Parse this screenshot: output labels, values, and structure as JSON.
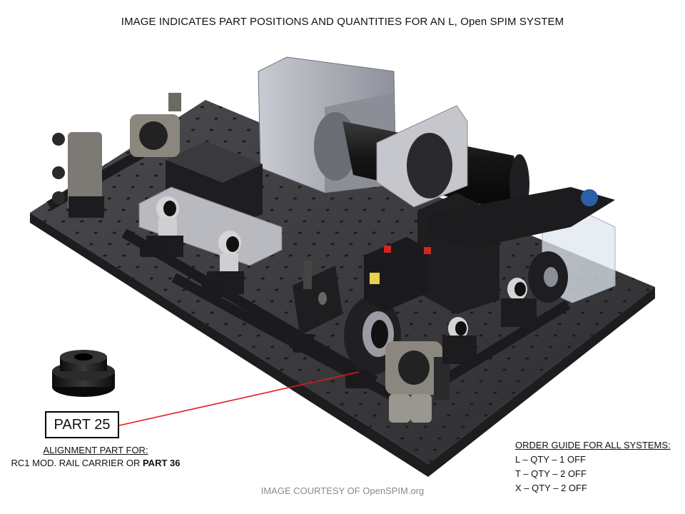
{
  "title": "IMAGE INDICATES PART POSITIONS AND QUANTITIES FOR AN L, Open SPIM SYSTEM",
  "part_label": "PART 25",
  "alignment": {
    "heading": "ALIGNMENT PART FOR:",
    "text": "RC1 MOD. RAIL CARRIER OR ",
    "bold": "PART 36"
  },
  "order_guide": {
    "heading": "ORDER GUIDE FOR ALL SYSTEMS:",
    "lines": [
      "L – QTY – 1 OFF",
      "T – QTY – 2 OFF",
      "X – QTY – 2 OFF"
    ]
  },
  "credit": "IMAGE COURTESY OF OpenSPIM.org",
  "colors": {
    "leader": "#e11a1a",
    "table": "#3b3b3e",
    "part": "#1a1a1a"
  }
}
